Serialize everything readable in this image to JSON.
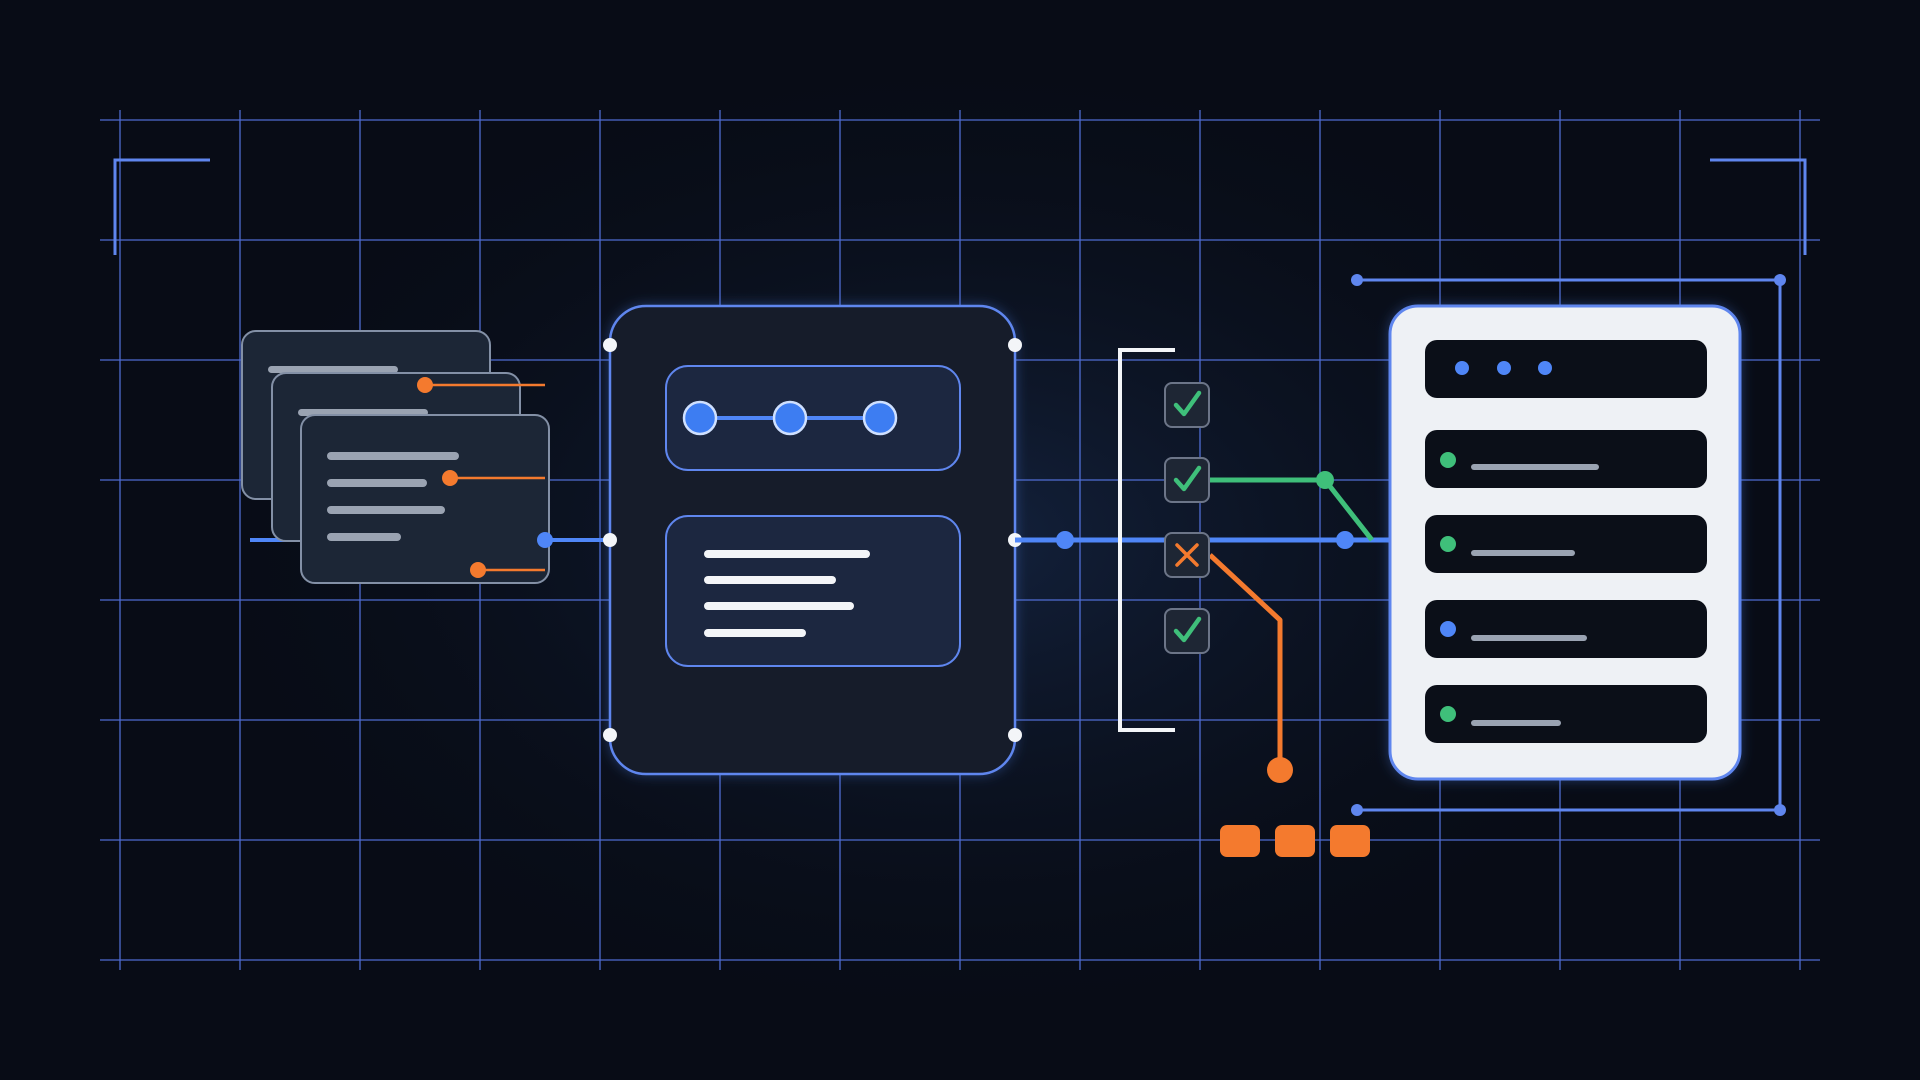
{
  "colors": {
    "background": "#080c16",
    "glow": "#14233f",
    "grid": "#5b7cf0",
    "accent_blue": "#4f86f7",
    "accent_orange": "#f47a2e",
    "accent_green": "#3fbf7a",
    "panel_dark": "#151d2c",
    "panel_border": "#5f86ee",
    "doc_fill": "#1c2636",
    "doc_border": "#8390a6",
    "text_line_gray": "#9aa3b2",
    "text_line_white": "#f3f5f8",
    "server_bg": "#eef1f5",
    "server_slot": "#0b0f18",
    "bracket": "#f3f5f8",
    "check_box_fill": "#1e2634",
    "check_box_border": "#6c7588"
  },
  "documents": {
    "count": 3,
    "lines_per_doc": 4,
    "orange_markers": 3
  },
  "processor": {
    "pipeline_nodes": 3,
    "text_lines": 4,
    "corner_handles": 4
  },
  "validation": {
    "checks": [
      {
        "status": "pass",
        "icon": "check-icon"
      },
      {
        "status": "pass",
        "icon": "check-icon"
      },
      {
        "status": "fail",
        "icon": "cross-icon"
      },
      {
        "status": "pass",
        "icon": "check-icon"
      }
    ]
  },
  "orange_blocks": 3,
  "server": {
    "header_dots": 3,
    "slots": [
      {
        "status": "green"
      },
      {
        "status": "green"
      },
      {
        "status": "blue"
      },
      {
        "status": "green"
      }
    ]
  }
}
